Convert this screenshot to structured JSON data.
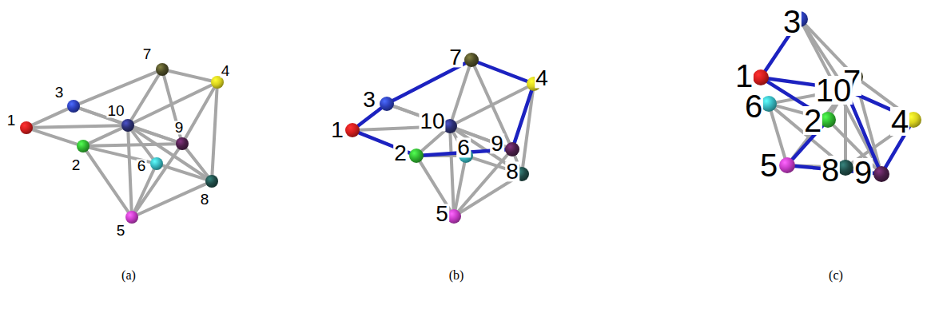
{
  "diagram": {
    "nodes": [
      {
        "text": [
          "1"
        ]
      },
      {
        "text": [
          "2"
        ]
      },
      {
        "text": [
          "3"
        ]
      },
      {
        "text": [
          "4"
        ]
      },
      {
        "text": [
          "5"
        ]
      },
      {
        "text": [
          "6"
        ]
      },
      {
        "text": [
          "7"
        ]
      },
      {
        "text": [
          "8"
        ]
      },
      {
        "text": [
          "9"
        ]
      },
      {
        "text": [
          "10"
        ]
      },
      {
        "text": [
          "1"
        ]
      },
      {
        "text": [
          "2"
        ]
      },
      {
        "text": [
          "3"
        ]
      },
      {
        "text": [
          "4"
        ]
      },
      {
        "text": [
          "5"
        ]
      },
      {
        "text": [
          "6"
        ]
      },
      {
        "text": [
          "7"
        ]
      },
      {
        "text": [
          "8"
        ]
      },
      {
        "text": [
          "9"
        ]
      },
      {
        "text": [
          "10"
        ]
      },
      {
        "text": [
          "1"
        ]
      },
      {
        "text": [
          "2"
        ]
      },
      {
        "text": [
          "3"
        ]
      },
      {
        "text": [
          "4"
        ]
      },
      {
        "text": [
          "5"
        ]
      },
      {
        "text": [
          "6"
        ]
      },
      {
        "text": [
          "7"
        ]
      },
      {
        "text": [
          "8"
        ]
      },
      {
        "text": [
          "9"
        ]
      },
      {
        "text": [
          "10"
        ]
      }
    ],
    "edges": [
      {
        "from": 0,
        "to": 2,
        "arrow": "none"
      },
      {
        "from": 0,
        "to": 1,
        "arrow": "none"
      },
      {
        "from": 0,
        "to": 9,
        "arrow": "none"
      },
      {
        "from": 2,
        "to": 9,
        "arrow": "none"
      },
      {
        "from": 2,
        "to": 6,
        "arrow": "none"
      },
      {
        "from": 2,
        "to": 8,
        "arrow": "none"
      },
      {
        "from": 1,
        "to": 9,
        "arrow": "none"
      },
      {
        "from": 1,
        "to": 4,
        "arrow": "none"
      },
      {
        "from": 1,
        "to": 8,
        "arrow": "none"
      },
      {
        "from": 1,
        "to": 5,
        "arrow": "none"
      },
      {
        "from": 6,
        "to": 9,
        "arrow": "none"
      },
      {
        "from": 6,
        "to": 3,
        "arrow": "none"
      },
      {
        "from": 6,
        "to": 8,
        "arrow": "none"
      },
      {
        "from": 3,
        "to": 8,
        "arrow": "none"
      },
      {
        "from": 3,
        "to": 7,
        "arrow": "none"
      },
      {
        "from": 3,
        "to": 9,
        "arrow": "none"
      },
      {
        "from": 9,
        "to": 8,
        "arrow": "none"
      },
      {
        "from": 9,
        "to": 5,
        "arrow": "none"
      },
      {
        "from": 9,
        "to": 7,
        "arrow": "none"
      },
      {
        "from": 9,
        "to": 4,
        "arrow": "none"
      },
      {
        "from": 5,
        "to": 7,
        "arrow": "none"
      },
      {
        "from": 5,
        "to": 4,
        "arrow": "none"
      },
      {
        "from": 8,
        "to": 7,
        "arrow": "none"
      },
      {
        "from": 4,
        "to": 7,
        "arrow": "none"
      },
      {
        "from": 4,
        "to": 8,
        "arrow": "none"
      },
      {
        "from": 10,
        "to": 12,
        "arrow": "none"
      },
      {
        "from": 10,
        "to": 11,
        "arrow": "none"
      },
      {
        "from": 10,
        "to": 19,
        "arrow": "none"
      },
      {
        "from": 12,
        "to": 19,
        "arrow": "none"
      },
      {
        "from": 12,
        "to": 16,
        "arrow": "none"
      },
      {
        "from": 12,
        "to": 18,
        "arrow": "none"
      },
      {
        "from": 11,
        "to": 19,
        "arrow": "none"
      },
      {
        "from": 11,
        "to": 14,
        "arrow": "none"
      },
      {
        "from": 11,
        "to": 18,
        "arrow": "none"
      },
      {
        "from": 11,
        "to": 15,
        "arrow": "none"
      },
      {
        "from": 16,
        "to": 19,
        "arrow": "none"
      },
      {
        "from": 16,
        "to": 13,
        "arrow": "none"
      },
      {
        "from": 16,
        "to": 18,
        "arrow": "none"
      },
      {
        "from": 13,
        "to": 18,
        "arrow": "none"
      },
      {
        "from": 13,
        "to": 17,
        "arrow": "none"
      },
      {
        "from": 13,
        "to": 19,
        "arrow": "none"
      },
      {
        "from": 19,
        "to": 18,
        "arrow": "none"
      },
      {
        "from": 19,
        "to": 15,
        "arrow": "none"
      },
      {
        "from": 19,
        "to": 17,
        "arrow": "none"
      },
      {
        "from": 19,
        "to": 14,
        "arrow": "none"
      },
      {
        "from": 15,
        "to": 17,
        "arrow": "none"
      },
      {
        "from": 15,
        "to": 14,
        "arrow": "none"
      },
      {
        "from": 18,
        "to": 17,
        "arrow": "none"
      },
      {
        "from": 14,
        "to": 17,
        "arrow": "none"
      },
      {
        "from": 14,
        "to": 18,
        "arrow": "none"
      },
      {
        "from": 20,
        "to": 22,
        "arrow": "none"
      },
      {
        "from": 20,
        "to": 21,
        "arrow": "none"
      },
      {
        "from": 20,
        "to": 29,
        "arrow": "none"
      },
      {
        "from": 22,
        "to": 29,
        "arrow": "none"
      },
      {
        "from": 22,
        "to": 26,
        "arrow": "none"
      },
      {
        "from": 22,
        "to": 28,
        "arrow": "none"
      },
      {
        "from": 21,
        "to": 29,
        "arrow": "none"
      },
      {
        "from": 21,
        "to": 24,
        "arrow": "none"
      },
      {
        "from": 21,
        "to": 28,
        "arrow": "none"
      },
      {
        "from": 21,
        "to": 25,
        "arrow": "none"
      },
      {
        "from": 26,
        "to": 29,
        "arrow": "none"
      },
      {
        "from": 26,
        "to": 23,
        "arrow": "none"
      },
      {
        "from": 26,
        "to": 28,
        "arrow": "none"
      },
      {
        "from": 23,
        "to": 28,
        "arrow": "none"
      },
      {
        "from": 23,
        "to": 27,
        "arrow": "none"
      },
      {
        "from": 23,
        "to": 29,
        "arrow": "none"
      },
      {
        "from": 29,
        "to": 28,
        "arrow": "none"
      },
      {
        "from": 29,
        "to": 25,
        "arrow": "none"
      },
      {
        "from": 29,
        "to": 27,
        "arrow": "none"
      },
      {
        "from": 29,
        "to": 24,
        "arrow": "none"
      },
      {
        "from": 25,
        "to": 27,
        "arrow": "none"
      },
      {
        "from": 25,
        "to": 24,
        "arrow": "none"
      },
      {
        "from": 28,
        "to": 27,
        "arrow": "none"
      },
      {
        "from": 24,
        "to": 27,
        "arrow": "none"
      },
      {
        "from": 24,
        "to": 28,
        "arrow": "none"
      }
    ],
    "labels": [
      "(a)",
      "(b)",
      "(c)"
    ]
  }
}
